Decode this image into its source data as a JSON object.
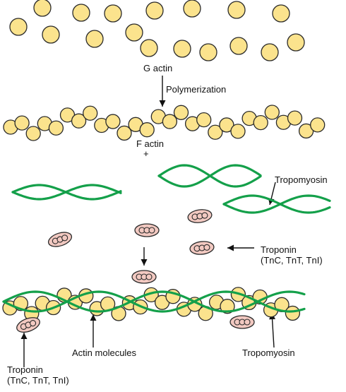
{
  "labels": {
    "g_actin": "G actin",
    "polymerization": "Polymerization",
    "f_actin": "F actin",
    "plus": "+",
    "tropomyosin_top": "Tropomyosin",
    "troponin_right": "Troponin\n(TnC, TnT, TnI)",
    "actin_molecules": "Actin molecules",
    "tropomyosin_bottom": "Tropomyosin",
    "troponin_bottom": "Troponin\n(TnC, TnT, TnI)"
  },
  "colors": {
    "actin_fill": "#fbe38d",
    "actin_stroke": "#2a2a2a",
    "tropomyosin": "#14a04a",
    "troponin_fill": "#f2c9c1",
    "line": "#111111"
  }
}
